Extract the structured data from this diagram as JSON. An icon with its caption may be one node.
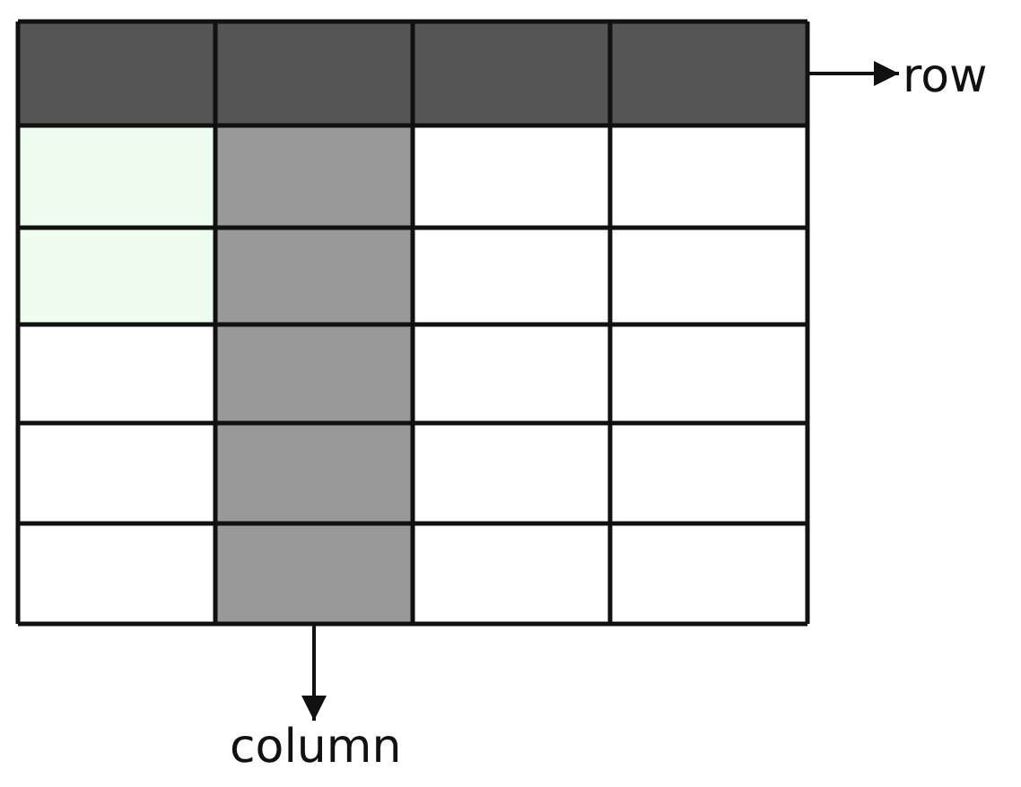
{
  "diagram": {
    "nodes": [
      {
        "text": [],
        "shape": "bar"
      },
      {
        "text": [],
        "shape": "bar"
      },
      {
        "text": [
          "row"
        ]
      },
      {
        "text": [
          "column"
        ]
      }
    ],
    "edges": [
      {
        "from": 0,
        "to": 2,
        "arrow": "to"
      },
      {
        "from": 1,
        "to": 3,
        "arrow": "to"
      }
    ]
  }
}
